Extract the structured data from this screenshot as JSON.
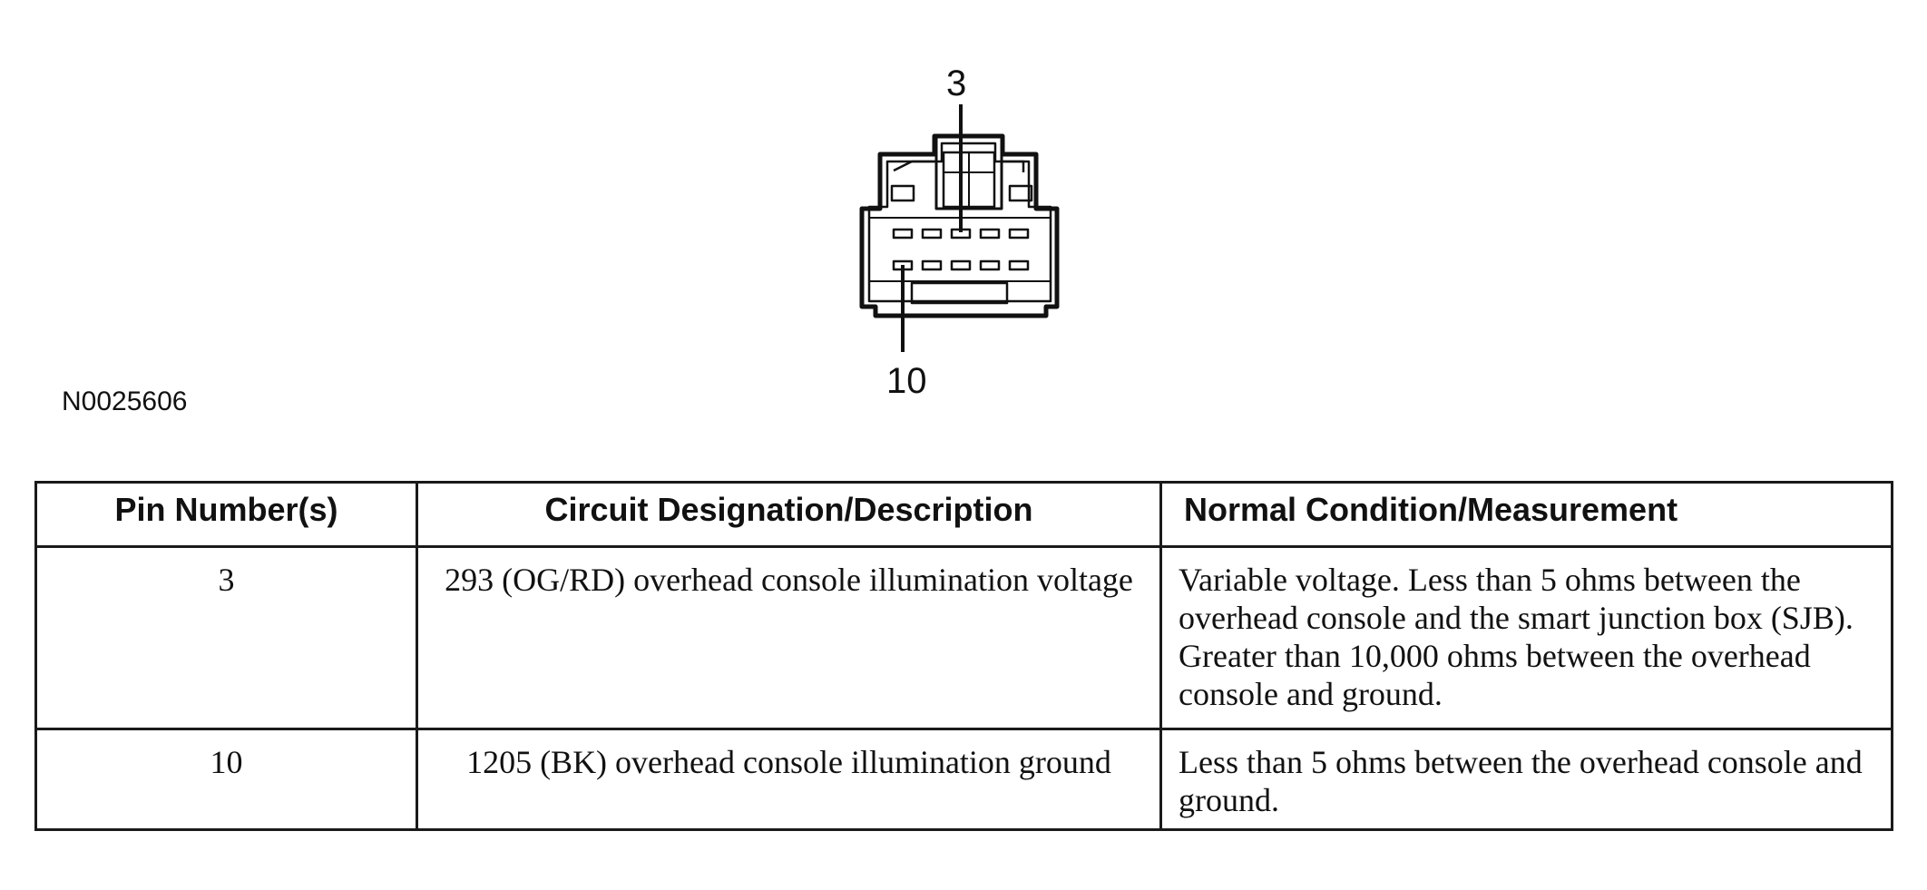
{
  "figure": {
    "id": "N0025606",
    "callout_top": "3",
    "callout_bottom": "10",
    "icon": "connector-face-diagram"
  },
  "table": {
    "headers": [
      "Pin Number(s)",
      "Circuit Designation/Description",
      "Normal Condition/Measurement"
    ],
    "rows": [
      {
        "pin": "3",
        "circuit": "293 (OG/RD) overhead console illumination voltage",
        "condition": "Variable voltage. Less than 5 ohms between the overhead console and the smart junction box (SJB). Greater than 10,000 ohms between the overhead console and ground."
      },
      {
        "pin": "10",
        "circuit": "1205 (BK) overhead console illumination ground",
        "condition": "Less than 5 ohms between the overhead console and ground."
      }
    ]
  }
}
